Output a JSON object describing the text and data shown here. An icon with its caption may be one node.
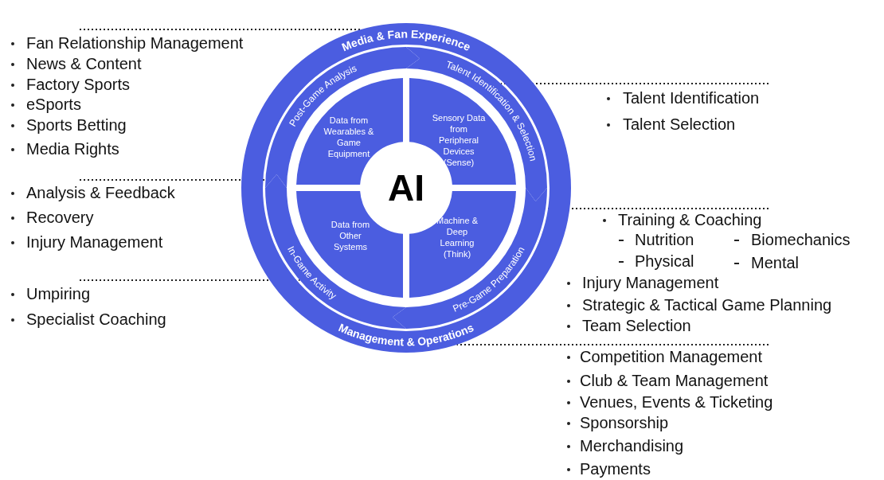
{
  "diagram": {
    "nodes": [
      {
        "text": [
          "Media & Fan Experience",
          "Management & Operations"
        ]
      },
      {
        "text": [
          "Post-Game Analysis"
        ],
        "in": 0
      },
      {
        "text": [
          "Talent Identification & Selection"
        ],
        "in": 0
      },
      {
        "text": [
          "Pre-Game Preparation"
        ],
        "in": 0
      },
      {
        "text": [
          "In-Game Activity"
        ],
        "in": 0
      },
      {
        "text": [
          "Data from Wearables & Game Equipment"
        ],
        "in": 0
      },
      {
        "text": [
          "Sensory Data from Peripheral Devices (Sense)"
        ],
        "in": 0
      },
      {
        "text": [
          "Data from Other Systems"
        ],
        "in": 0
      },
      {
        "text": [
          "Machine & Deep Learning (Think)"
        ],
        "in": 0
      },
      {
        "text": [
          "AI"
        ],
        "in": 0
      },
      {
        "text": [
          "Fan Relationship Management",
          "News & Content",
          "Factory Sports",
          "eSports",
          "Sports Betting",
          "Media Rights"
        ]
      },
      {
        "text": [
          "Analysis & Feedback",
          "Recovery",
          "Injury Management"
        ]
      },
      {
        "text": [
          "Umpiring",
          "Specialist Coaching"
        ]
      },
      {
        "text": [
          "Talent Identification",
          "Talent Selection"
        ]
      },
      {
        "text": [
          "Training & Coaching",
          "Nutrition",
          "Biomechanics",
          "Physical",
          "Mental",
          "Injury Management",
          "Strategic & Tactical Game Planning",
          "Team Selection"
        ]
      },
      {
        "text": [
          "Competition Management",
          "Club & Team Management",
          "Venues, Events & Ticketing",
          "Sponsorship",
          "Merchandising",
          "Payments"
        ]
      }
    ],
    "edges": [
      {
        "from": 10,
        "to": 0,
        "arrow": "none"
      },
      {
        "from": 11,
        "to": 1,
        "arrow": "none"
      },
      {
        "from": 12,
        "to": 4,
        "arrow": "none"
      },
      {
        "from": 13,
        "to": 2,
        "arrow": "none"
      },
      {
        "from": 14,
        "to": 3,
        "arrow": "none"
      },
      {
        "from": 15,
        "to": 0,
        "arrow": "none"
      }
    ]
  }
}
